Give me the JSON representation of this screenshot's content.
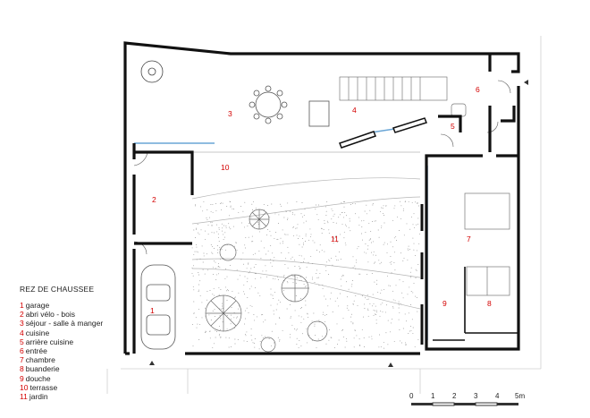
{
  "title": "REZ DE CHAUSSEE",
  "legend": [
    {
      "num": "1",
      "label": "garage"
    },
    {
      "num": "2",
      "label": "abri vélo - bois"
    },
    {
      "num": "3",
      "label": "séjour - salle à manger"
    },
    {
      "num": "4",
      "label": "cuisine"
    },
    {
      "num": "5",
      "label": "arrière cuisine"
    },
    {
      "num": "6",
      "label": "entrée"
    },
    {
      "num": "7",
      "label": "chambre"
    },
    {
      "num": "8",
      "label": "buanderie"
    },
    {
      "num": "9",
      "label": "douche"
    },
    {
      "num": "10",
      "label": "terrasse"
    },
    {
      "num": "11",
      "label": "jardin"
    }
  ],
  "room_labels": [
    "1",
    "2",
    "3",
    "4",
    "5",
    "6",
    "7",
    "8",
    "9",
    "10",
    "11"
  ],
  "scale": {
    "ticks": [
      "0",
      "1",
      "2",
      "3",
      "4"
    ],
    "end_label": "5m"
  },
  "colors": {
    "wall": "#111111",
    "room_number": "#d40000",
    "thin_line": "#9a9a9a",
    "glass": "#6aa6d6"
  }
}
